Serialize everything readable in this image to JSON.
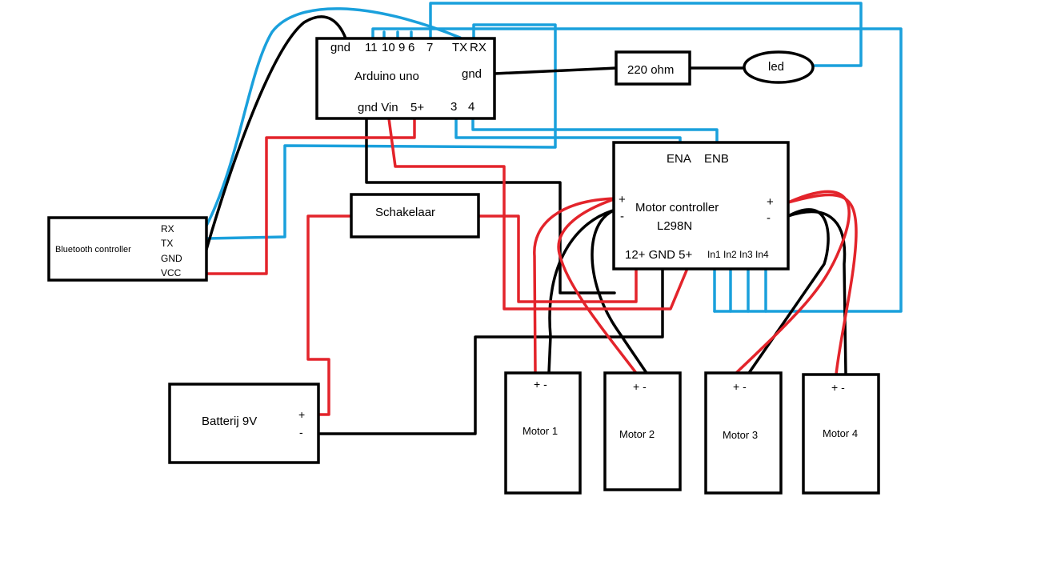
{
  "arduino": {
    "title": "Arduino uno",
    "pin_gnd_top": "gnd",
    "pin_11": "11",
    "pin_10": "10",
    "pin_9": "9",
    "pin_6": "6",
    "pin_7": "7",
    "pin_tx": "TX",
    "pin_rx": "RX",
    "pin_gnd_right": "gnd",
    "pin_gnd_vin": "gnd Vin",
    "pin_5v": "5+",
    "pin_3": "3",
    "pin_4": "4"
  },
  "resistor": {
    "label": "220 ohm"
  },
  "led": {
    "label": "led"
  },
  "bluetooth": {
    "title": "Bluetooth controller",
    "pin_rx": "RX",
    "pin_tx": "TX",
    "pin_gnd": "GND",
    "pin_vcc": "VCC"
  },
  "switch": {
    "label": "Schakelaar"
  },
  "motor_controller": {
    "title": "Motor controller",
    "model": "L298N",
    "ena": "ENA",
    "enb": "ENB",
    "left_plus": "+",
    "left_minus": "-",
    "right_plus": "+",
    "right_minus": "-",
    "power_pins": "12+ GND 5+",
    "inputs": "In1 In2 In3 In4"
  },
  "battery": {
    "label": "Batterij 9V",
    "plus": "+",
    "minus": "-"
  },
  "motors": [
    {
      "label": "Motor 1",
      "terminals": "+ -"
    },
    {
      "label": "Motor 2",
      "terminals": "+ -"
    },
    {
      "label": "Motor 3",
      "terminals": "+ -"
    },
    {
      "label": "Motor 4",
      "terminals": "+ -"
    }
  ],
  "colors": {
    "signal_wire": "#1aa0dc",
    "power_wire": "#e3242b",
    "ground_wire": "#000000"
  }
}
